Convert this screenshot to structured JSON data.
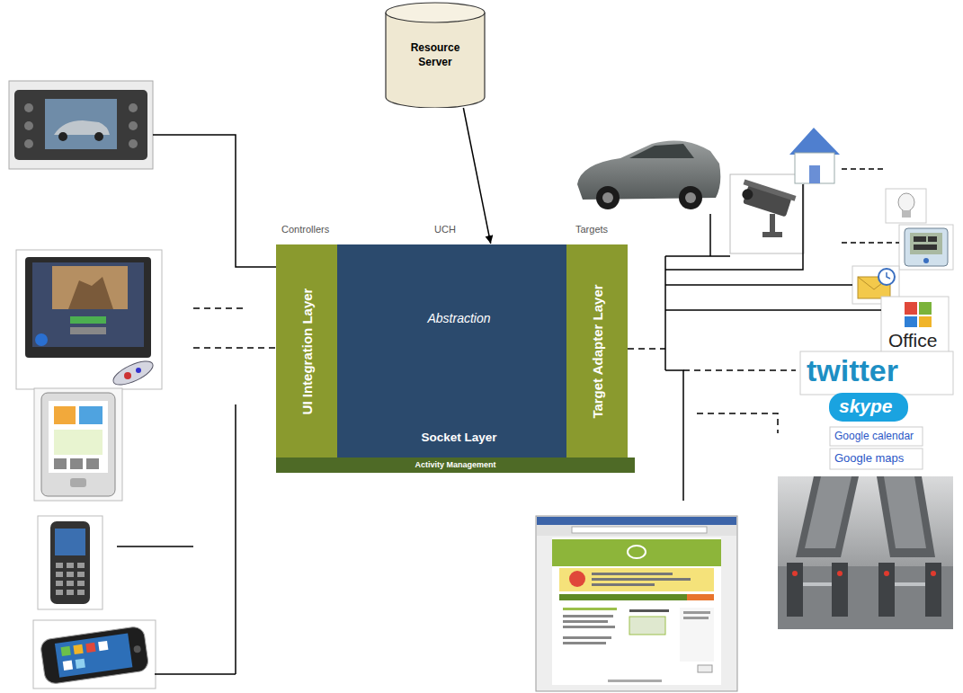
{
  "diagram": {
    "nodes": [
      {
        "text": [
          "Resource Server"
        ]
      },
      {
        "text": [
          "UI Integration Layer"
        ]
      },
      {
        "text": [
          "Abstraction",
          "Socket Layer"
        ]
      },
      {
        "text": [
          "Target Adapter Layer"
        ]
      },
      {
        "text": [
          "Activity Management"
        ]
      }
    ],
    "edges": [
      {
        "from": 0,
        "to": 2,
        "arrow": "to"
      }
    ],
    "labels": [
      "Controllers",
      "UCH",
      "Targets",
      "Office",
      "twitter",
      "skype",
      "Google calendar",
      "Google maps"
    ]
  }
}
